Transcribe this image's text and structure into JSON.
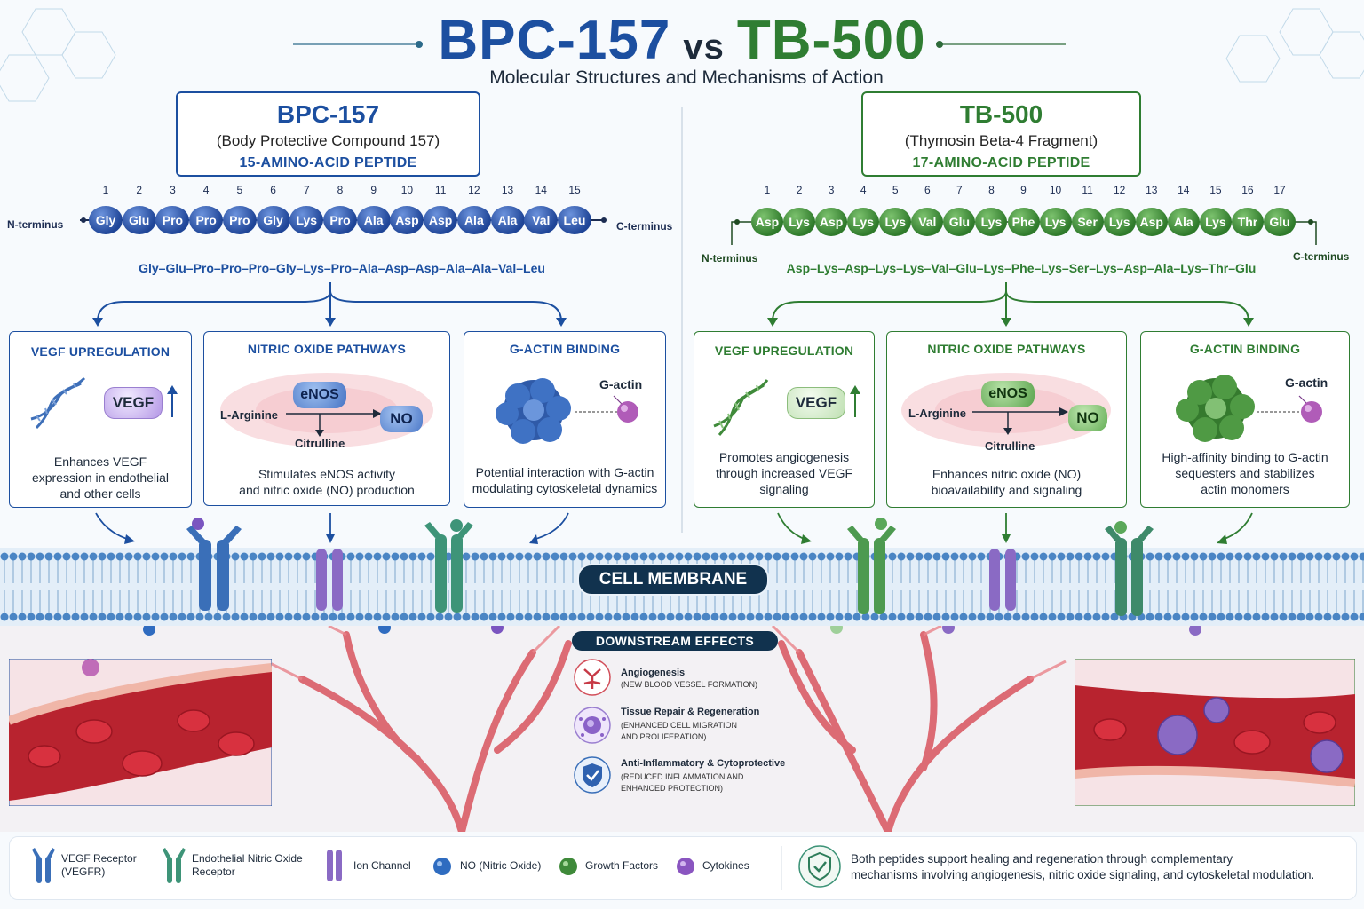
{
  "header": {
    "title_left": "BPC-157",
    "title_vs": "vs",
    "title_right": "TB-500",
    "subtitle": "Molecular Structures and Mechanisms of Action"
  },
  "colors": {
    "bpc": "#1c4fa0",
    "tb": "#2f7d32",
    "membrane": "#11324e"
  },
  "bpc": {
    "name": "BPC-157",
    "full_name": "(Body Protective Compound 157)",
    "aa_count": "15-AMINO-ACID PEPTIDE",
    "n_terminus": "N-terminus",
    "c_terminus": "C-terminus",
    "residues": [
      "Gly",
      "Glu",
      "Pro",
      "Pro",
      "Pro",
      "Gly",
      "Lys",
      "Pro",
      "Ala",
      "Asp",
      "Asp",
      "Ala",
      "Ala",
      "Val",
      "Leu"
    ],
    "positions": [
      "1",
      "2",
      "3",
      "4",
      "5",
      "6",
      "7",
      "8",
      "9",
      "10",
      "11",
      "12",
      "13",
      "14",
      "15"
    ],
    "sequence": "Gly–Glu–Pro–Pro–Pro–Gly–Lys–Pro–Ala–Asp–Asp–Ala–Ala–Val–Leu",
    "cards": [
      {
        "title": "VEGF UPREGULATION",
        "badge": "VEGF",
        "desc_lines": [
          "Enhances VEGF",
          "expression in endothelial",
          "and other cells"
        ]
      },
      {
        "title": "NITRIC OXIDE PATHWAYS",
        "enos": "eNOS",
        "arginine": "L-Arginine",
        "no": "NO",
        "citrulline": "Citrulline",
        "desc_lines": [
          "Stimulates eNOS activity",
          "and nitric oxide (NO) production"
        ]
      },
      {
        "title": "G-ACTIN BINDING",
        "gactin": "G-actin",
        "desc_lines": [
          "Potential interaction with G-actin",
          "modulating cytoskeletal dynamics"
        ]
      }
    ]
  },
  "tb": {
    "name": "TB-500",
    "full_name": "(Thymosin Beta-4 Fragment)",
    "aa_count": "17-AMINO-ACID PEPTIDE",
    "n_terminus": "N-terminus",
    "c_terminus": "C-terminus",
    "residues": [
      "Asp",
      "Lys",
      "Asp",
      "Lys",
      "Lys",
      "Val",
      "Glu",
      "Lys",
      "Phe",
      "Lys",
      "Ser",
      "Lys",
      "Asp",
      "Ala",
      "Lys",
      "Thr",
      "Glu"
    ],
    "positions": [
      "1",
      "2",
      "3",
      "4",
      "5",
      "6",
      "7",
      "8",
      "9",
      "10",
      "11",
      "12",
      "13",
      "14",
      "15",
      "16",
      "17"
    ],
    "sequence": "Asp–Lys–Asp–Lys–Lys–Val–Glu–Lys–Phe–Lys–Ser–Lys–Asp–Ala–Lys–Thr–Glu",
    "cards": [
      {
        "title": "VEGF UPREGULATION",
        "badge": "VEGF",
        "desc_lines": [
          "Promotes angiogenesis",
          "through increased VEGF",
          "signaling"
        ]
      },
      {
        "title": "NITRIC OXIDE PATHWAYS",
        "enos": "eNOS",
        "arginine": "L-Arginine",
        "no": "NO",
        "citrulline": "Citrulline",
        "desc_lines": [
          "Enhances nitric oxide (NO)",
          "bioavailability and signaling"
        ]
      },
      {
        "title": "G-ACTIN BINDING",
        "gactin": "G-actin",
        "desc_lines": [
          "High-affinity binding to G-actin",
          "sequesters and stabilizes",
          "actin monomers"
        ]
      }
    ]
  },
  "membrane": {
    "label": "CELL MEMBRANE"
  },
  "downstream": {
    "title": "DOWNSTREAM EFFECTS",
    "items": [
      {
        "title": "Angiogenesis",
        "sub_lines": [
          "(NEW BLOOD VESSEL FORMATION)"
        ]
      },
      {
        "title": "Tissue Repair & Regeneration",
        "sub_lines": [
          "(ENHANCED CELL MIGRATION",
          "AND PROLIFERATION)"
        ]
      },
      {
        "title": "Anti-Inflammatory & Cytoprotective",
        "sub_lines": [
          "(REDUCED INFLAMMATION AND",
          "ENHANCED PROTECTION)"
        ]
      }
    ]
  },
  "legend": {
    "vegfr": [
      "VEGF Receptor",
      "(VEGFR)"
    ],
    "enr": [
      "Endothelial Nitric Oxide",
      "Receptor"
    ],
    "ion": "Ion Channel",
    "no": "NO (Nitric Oxide)",
    "gf": "Growth Factors",
    "cyto": "Cytokines",
    "summary_lines": [
      "Both peptides support healing and regeneration through complementary",
      "mechanisms involving angiogenesis, nitric oxide signaling, and cytoskeletal modulation."
    ]
  }
}
